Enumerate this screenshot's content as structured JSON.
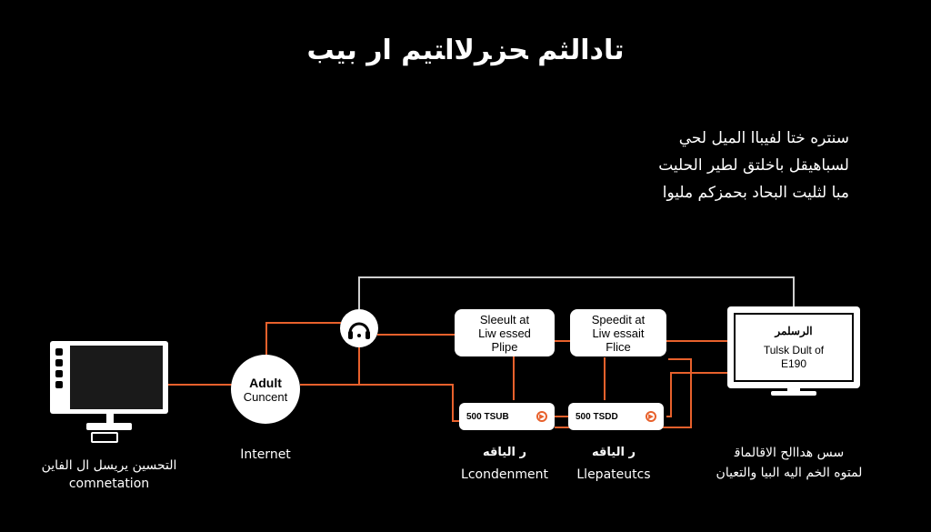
{
  "title": "ﺗﺎﺩﺍﻟﺜﻢ ﺤﺰﺮﻻﺍﺘﻴﻢ ﺍﺭ ﺑﻴﺐ",
  "description": [
    "ﺳﻨﺘﺮﻩ ﺧﺘﺎ ﻟﻔﻴﺒﺎﺍ ﺍﻟﻤﻴﻞ ﻟﺤﻲ",
    "ﻟﺴﺒﺎﻫﻴﻘﻞ ﺑﺎﺧﻠﺘﻖ ﻟﻄﻴﺮ ﺍﻟﺤﻠﻴﺖ",
    "ﻣﺒﺎ ﻟﺜﻠﻴﺖ ﺍﻟﺒﺤﺎﺩ ﺑﺤﻤﺰﻛﻢ ﻣﻠﻴﻮﺍ"
  ],
  "nodes": {
    "computer": {
      "label_line1": "ﺍﻟﺘﺤﺴﻴﻦ ﻳﺮﻳﺴﻞ ﺍﻝ ﺍﻟﻔﺎﻳﻦ",
      "label_line2": "comnetation"
    },
    "hub": {
      "text_line1": "Adult",
      "text_line2": "Cuncent",
      "label": "Internet"
    },
    "box1": {
      "line1": "Sleeult at",
      "line2": "Liw essed",
      "line3": "Plipe"
    },
    "box2": {
      "line1": "Speedit at",
      "line2": "Liw essait",
      "line3": "Flice"
    },
    "pill1": {
      "text": "500 TSUB"
    },
    "pill2": {
      "text": "500 TSDD"
    },
    "label1": {
      "line1": "ﺭ ﺍﻟﻴﺎﻗﻪ",
      "line2": "Lcondenment"
    },
    "label2": {
      "line1": "ﺭ ﺍﻟﻴﺎﻗﻪ",
      "line2": "Llepateutcs"
    },
    "monitor": {
      "line1": "ﺍﻟﺮﺳﻠﻤﺮ",
      "line2": "Tulsk Dult of",
      "line3": "E190"
    },
    "monitor_label": {
      "line1": "ﺳﺲ ﻫﺪﺍﺍﻟﺢ ﺍﻻﻗﺎﻟﻤﺎﻗ",
      "line2": "ﻟﻤﺘﻮﻩ ﺍﻟﺨﻢ ﺍﻟﻴﻪ ﺍﻟﺒﻴﺎ ﻭﺍﻟﺘﻌﻴﺎﻥ"
    }
  },
  "colors": {
    "accent": "#e8612c",
    "wire_gray": "#cfcfcf",
    "background": "#000000"
  }
}
